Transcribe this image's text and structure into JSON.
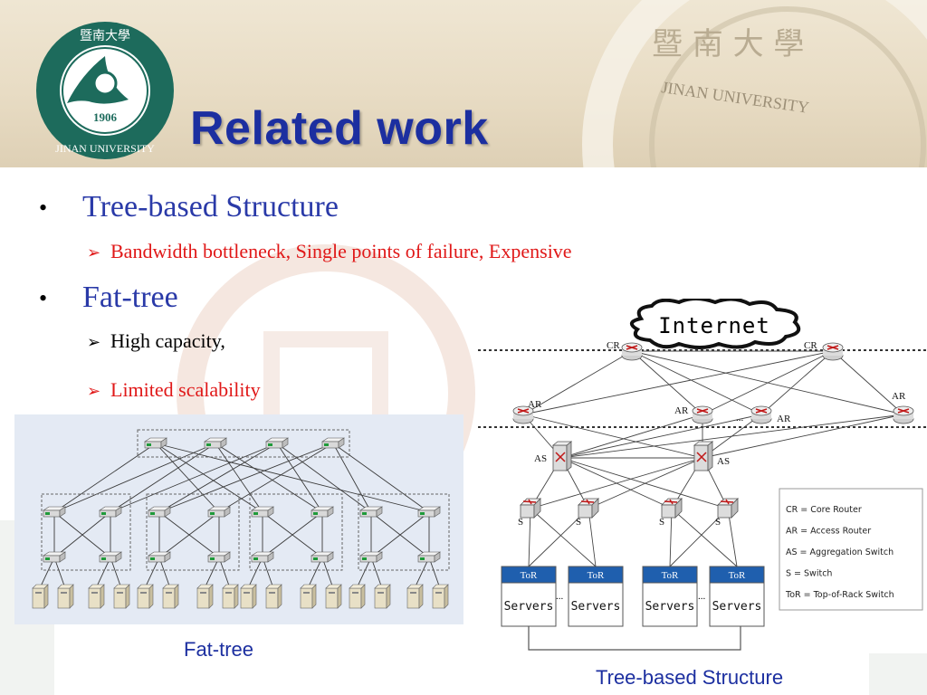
{
  "slide": {
    "title": "Related work",
    "logo": {
      "text_top": "暨南大學",
      "text_bottom": "JINAN UNIVERSITY",
      "year": "1906"
    },
    "watermark": "JINAN UNIVERSITY",
    "watermark_chars": "暨 南 大 學"
  },
  "bullets": [
    {
      "label": "Tree-based Structure",
      "subs": [
        {
          "text": "Bandwidth bottleneck, Single points of failure, Expensive",
          "color": "#e01818"
        }
      ]
    },
    {
      "label": "Fat-tree",
      "subs": [
        {
          "text": "High capacity,",
          "color": "#000000"
        },
        {
          "text": "Limited scalability",
          "color": "#e01818"
        }
      ]
    }
  ],
  "fat_tree_figure": {
    "caption": "Fat-tree"
  },
  "tree_figure": {
    "caption": "Tree-based Structure",
    "cloud_label": "Internet",
    "node_labels": {
      "cr": "CR",
      "ar": "AR",
      "as": "AS",
      "s": "S",
      "tor": "ToR",
      "servers": "Servers",
      "ellipsis": "..."
    },
    "legend": [
      "CR = Core Router",
      "AR = Access Router",
      "AS = Aggregation Switch",
      "S = Switch",
      "ToR = Top-of-Rack Switch"
    ]
  }
}
